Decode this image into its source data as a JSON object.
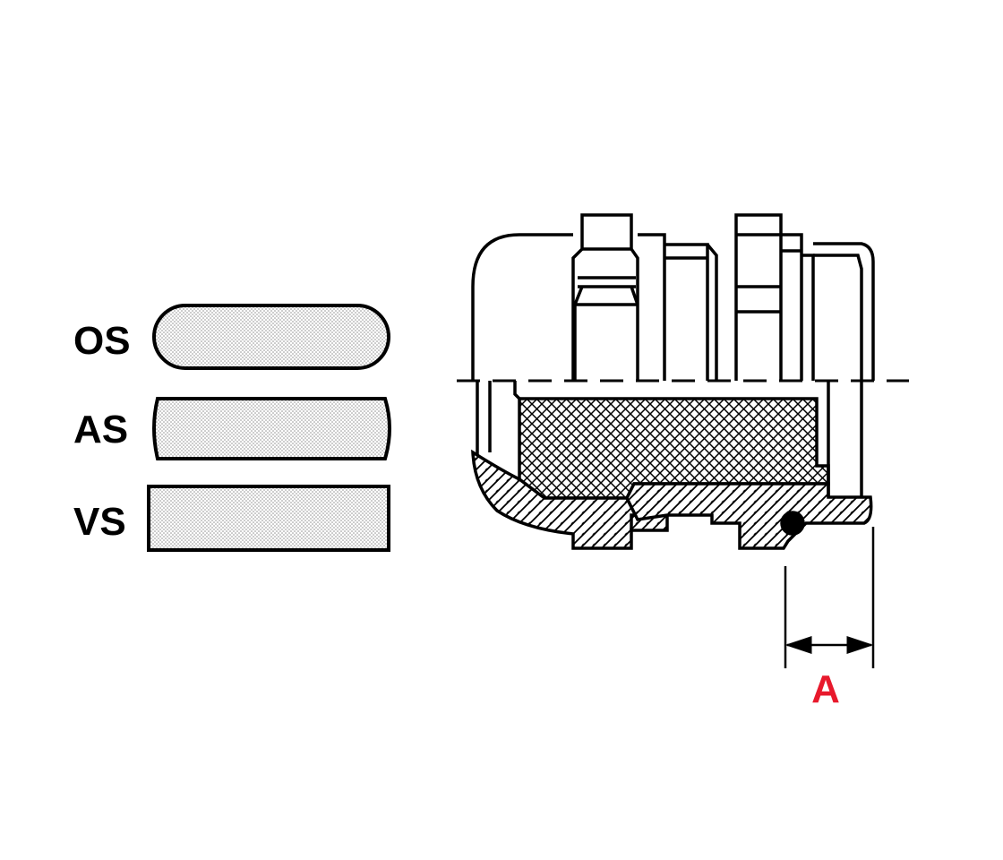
{
  "labels": {
    "thread_os": "OS",
    "thread_as": "AS",
    "thread_vs": "VS",
    "dimension": "A"
  },
  "colors": {
    "ink": "#000000",
    "dimension_label": "#e8192c",
    "fill_dots": "#bdbdbd",
    "paper": "#ffffff"
  },
  "icons": {
    "nut": "hexagon-nut-icon",
    "oring": "o-ring-icon"
  }
}
